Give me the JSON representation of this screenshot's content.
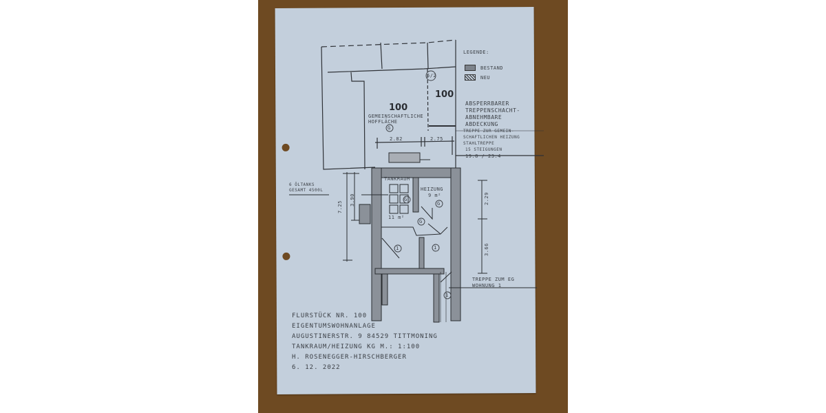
{
  "photo": {
    "subject": "Hand-drawn floor plan on paper",
    "background_color": "#6e4a22",
    "paper_color": "#c3cfdc"
  },
  "legend": {
    "title": "LEGENDE:",
    "items": [
      {
        "label": "BESTAND",
        "pattern": "solid-hatch"
      },
      {
        "label": "NEU",
        "pattern": "diagonal-hatch"
      }
    ]
  },
  "plan": {
    "courtyard": {
      "number": "100",
      "label_line1": "GEMEINSCHAFTLICHE",
      "label_line2": "HOFFLÄCHE",
      "marker": "G"
    },
    "right_parcel": {
      "number": "100",
      "marker": "5/2"
    },
    "dimensions": {
      "courtyard_left": "2.82",
      "courtyard_right": "2.75",
      "left_total": "7.25",
      "left_upper": "3.90",
      "right_upper": "2.29",
      "right_lower": "3.66"
    },
    "rooms": [
      {
        "name": "TANKRAUM",
        "area": "11 m²",
        "marker": "G"
      },
      {
        "name": "HEIZUNG",
        "area": "9 m²",
        "marker": "G"
      },
      {
        "name": "",
        "marker": "G"
      },
      {
        "name": "",
        "marker": "1"
      },
      {
        "name": "",
        "marker": "1"
      },
      {
        "name": "",
        "marker": "1"
      }
    ],
    "annotations": {
      "stair_cover_line1": "ABSPERRBARER",
      "stair_cover_line2": "TREPPENSCHACHT-",
      "stair_cover_line3": "ABNEHMBARE",
      "stair_cover_line4": "ABDECKUNG",
      "stair_note_line1": "TREPPE ZUR GEMEIN-",
      "stair_note_line2": "SCHAFTLICHEN HEIZUNG",
      "stair_note_line3": "STAHLTREPPE",
      "stair_note_line4": "15 STEIGUNGEN",
      "stair_note_line5": "19.8 / 23.4",
      "oil_tanks_line1": "6 ÖLTANKS",
      "oil_tanks_line2": "GESAMT 4500L",
      "stair_apartment_line1": "TREPPE ZUM EG",
      "stair_apartment_line2": "WOHNUNG 1"
    }
  },
  "title_block": {
    "line1": "FLURSTÜCK NR. 100",
    "line2": "EIGENTUMSWOHNANLAGE",
    "line3": "AUGUSTINERSTR. 9   84529 TITTMONING",
    "line4": "TANKRAUM/HEIZUNG KG   M.: 1:100",
    "line5": "H. ROSENEGGER-HIRSCHBERGER",
    "line6": "6. 12. 2022"
  }
}
